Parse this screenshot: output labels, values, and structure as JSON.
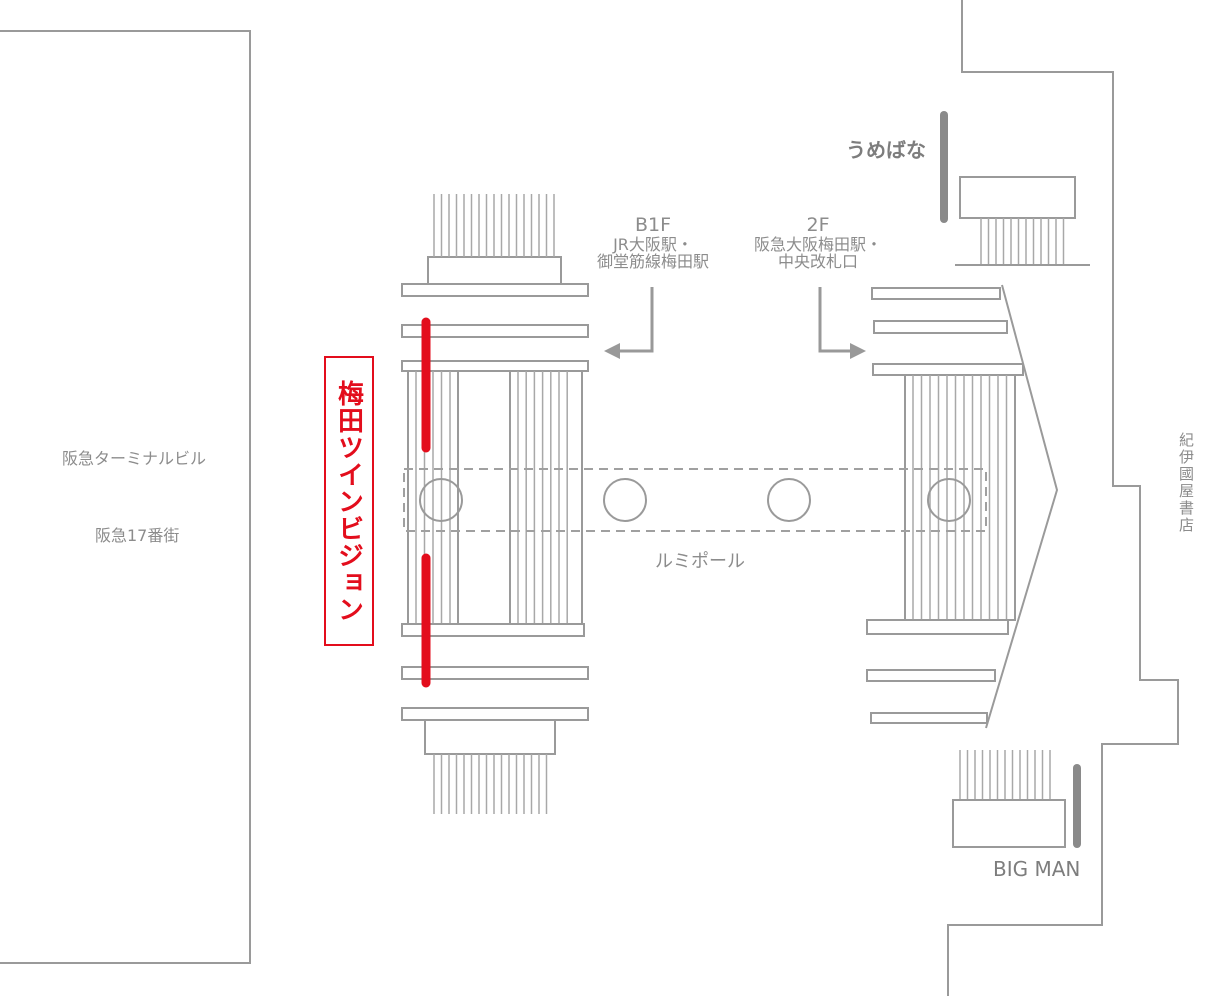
{
  "labels": {
    "terminal_building": "阪急ターミナルビル",
    "street17": "阪急17番街",
    "twin_vision": "梅田ツインビジョン",
    "b1f_floor": "B1F",
    "b1f_line1": "JR大阪駅・",
    "b1f_line2": "御堂筋線梅田駅",
    "f2_floor": "2F",
    "f2_line1": "阪急大阪梅田駅・",
    "f2_line2": "中央改札口",
    "umebana": "うめばな",
    "lumi_pole": "ルミポール",
    "kinokuniya": "紀伊國屋書店",
    "bigman": "BIG MAN"
  },
  "colors": {
    "accent_red": "#e30d1c",
    "line_gray": "#9a9a9a",
    "marker_gray": "#8a8a8a",
    "text_gray": "#8c8c8c"
  }
}
